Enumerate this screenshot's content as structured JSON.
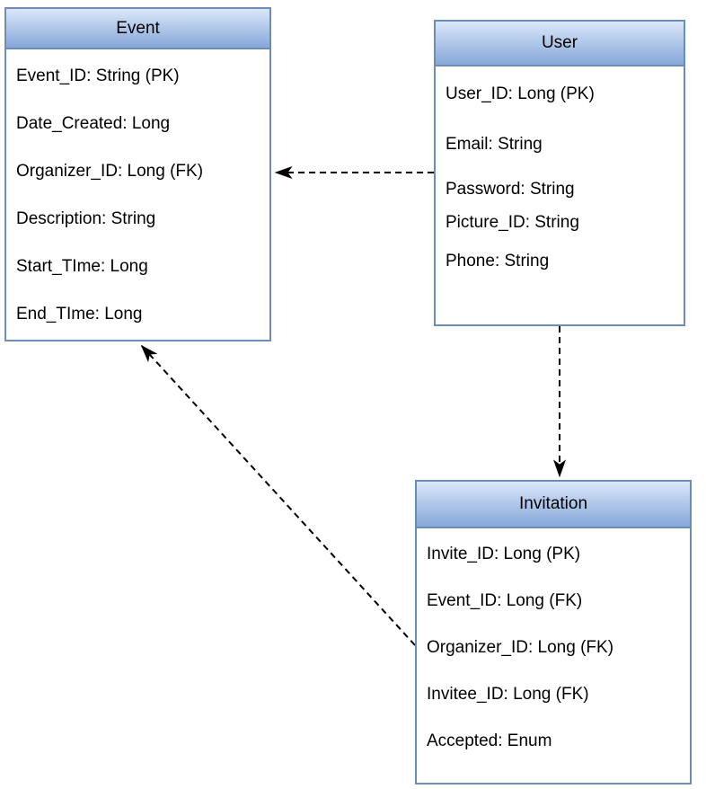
{
  "entities": {
    "event": {
      "title": "Event",
      "fields": [
        "Event_ID: String (PK)",
        "Date_Created: Long",
        "Organizer_ID: Long (FK)",
        "Description: String",
        "Start_TIme: Long",
        "End_TIme: Long"
      ]
    },
    "user": {
      "title": "User",
      "fields": [
        "User_ID: Long (PK)",
        "Email: String",
        "Password: String",
        "Picture_ID: String",
        "Phone: String"
      ]
    },
    "invitation": {
      "title": "Invitation",
      "fields": [
        "Invite_ID: Long (PK)",
        "Event_ID: Long (FK)",
        "Organizer_ID: Long (FK)",
        "Invitee_ID: Long (FK)",
        "Accepted: Enum"
      ]
    }
  },
  "relationships": [
    {
      "from": "User",
      "to": "Event",
      "line_style": "dashed",
      "arrowhead": "filled"
    },
    {
      "from": "User",
      "to": "Invitation",
      "line_style": "dashed",
      "arrowhead": "filled"
    },
    {
      "from": "Invitation",
      "to": "Event",
      "line_style": "dashed",
      "arrowhead": "filled"
    }
  ],
  "colors": {
    "entity_border": "#6d8cb8",
    "header_gradient_top": "#dbe7f9",
    "header_gradient_bottom": "#85a7d9",
    "entity_body": "#ffffff",
    "arrow": "#000000",
    "text": "#000000",
    "background": "#ffffff"
  }
}
